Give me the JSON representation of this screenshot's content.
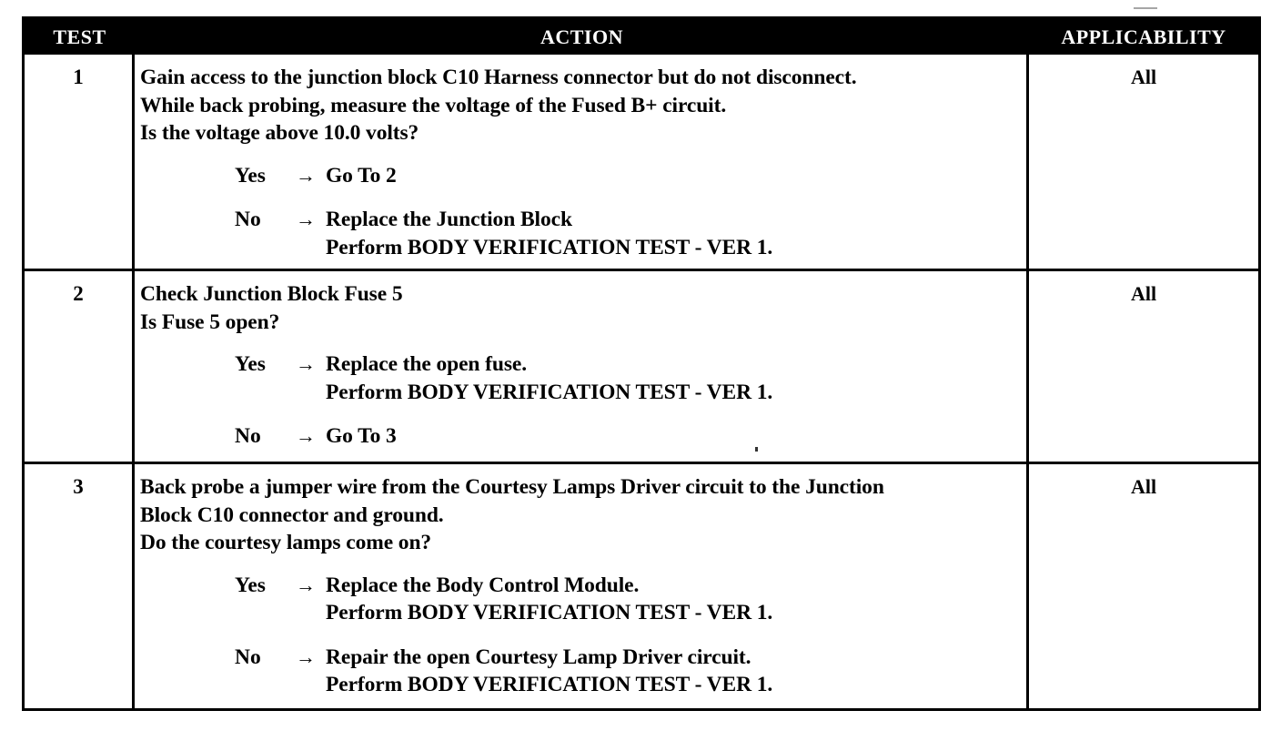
{
  "document": {
    "type": "diagnostic-test-chart",
    "columns": [
      "TEST",
      "ACTION",
      "APPLICABILITY"
    ]
  },
  "header": {
    "test": "TEST",
    "action": "ACTION",
    "applicability": "APPLICABILITY"
  },
  "arrow_glyph": "→",
  "rows": [
    {
      "test": "1",
      "statement": "Gain access to the junction block C10 Harness connector but do not disconnect.\nWhile back probing, measure the voltage of the Fused B+ circuit.\nIs the voltage above 10.0 volts?",
      "branches": [
        {
          "label": "Yes",
          "arrow": "→",
          "text": "Go To   2"
        },
        {
          "label": "No",
          "arrow": "→",
          "text": "Replace the Junction Block\nPerform BODY VERIFICATION TEST - VER 1."
        }
      ],
      "applicability": "All"
    },
    {
      "test": "2",
      "statement": "Check Junction Block Fuse 5\nIs Fuse 5 open?",
      "branches": [
        {
          "label": "Yes",
          "arrow": "→",
          "text": "Replace the open fuse.\nPerform BODY VERIFICATION TEST - VER 1."
        },
        {
          "label": "No",
          "arrow": "→",
          "text": "Go To   3"
        }
      ],
      "applicability": "All"
    },
    {
      "test": "3",
      "statement": "Back probe a jumper wire from the Courtesy Lamps Driver circuit to the Junction\nBlock C10 connector and ground.\nDo the courtesy lamps come on?",
      "branches": [
        {
          "label": "Yes",
          "arrow": "→",
          "text": "Replace the Body Control Module.\nPerform BODY VERIFICATION TEST - VER 1."
        },
        {
          "label": "No",
          "arrow": "→",
          "text": "Repair the open Courtesy Lamp Driver circuit.\nPerform BODY VERIFICATION TEST - VER 1."
        }
      ],
      "applicability": "All"
    }
  ],
  "colors": {
    "header_background": "#000000",
    "header_text": "#ffffff",
    "page_background": "#ffffff",
    "rule": "#000000",
    "body_text": "#000000"
  }
}
